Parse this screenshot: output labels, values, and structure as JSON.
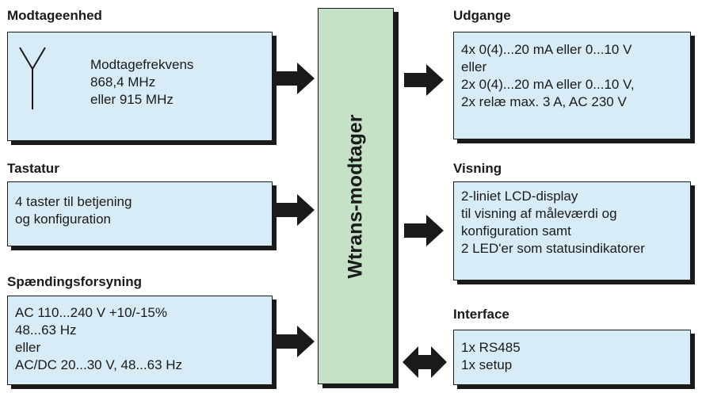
{
  "center": {
    "label": "Wtrans-modtager"
  },
  "left": {
    "receiver": {
      "title": "Modtageenhed",
      "lines": [
        "Modtagefrekvens",
        "868,4 MHz",
        "eller 915 MHz"
      ]
    },
    "keypad": {
      "title": "Tastatur",
      "lines": [
        "4 taster til betjening",
        "og konfiguration"
      ]
    },
    "power": {
      "title": "Spændingsforsyning",
      "lines": [
        "AC 110...240 V +10/-15%",
        "48...63 Hz",
        "eller",
        "AC/DC 20...30 V, 48...63 Hz"
      ]
    }
  },
  "right": {
    "outputs": {
      "title": "Udgange",
      "lines": [
        "4x 0(4)...20 mA eller 0...10 V",
        "eller",
        "2x 0(4)...20 mA eller 0...10 V,",
        "2x relæ max. 3 A, AC 230 V"
      ]
    },
    "display": {
      "title": "Visning",
      "lines": [
        "2-liniet LCD-display",
        "til visning af måleværdi og",
        "konfiguration samt",
        "2 LED'er som statusindikatorer"
      ]
    },
    "interface": {
      "title": "Interface",
      "lines": [
        "1x RS485",
        "1x setup"
      ]
    }
  },
  "icons": {
    "antenna": "antenna-icon"
  },
  "colors": {
    "box": "#d7ecf6",
    "center": "#c5e2c6",
    "ink": "#1a1a1a"
  }
}
